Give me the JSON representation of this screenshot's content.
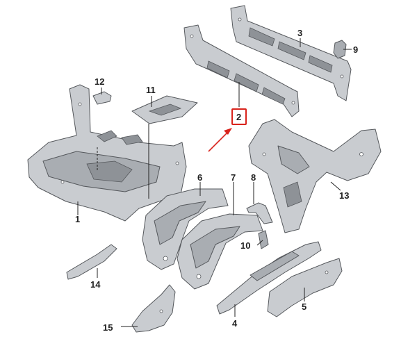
{
  "diagram": {
    "callouts": {
      "p1": "1",
      "p2": "2",
      "p3": "3",
      "p4": "4",
      "p5": "5",
      "p6": "6",
      "p7": "7",
      "p8": "8",
      "p9": "9",
      "p10": "10",
      "p11": "11",
      "p12": "12",
      "p13": "13",
      "p14": "14",
      "p15": "15"
    },
    "highlighted_part": "2",
    "colors": {
      "highlight": "#d9231c",
      "part_fill": "#c9ccd0",
      "outline": "#55585c"
    }
  }
}
